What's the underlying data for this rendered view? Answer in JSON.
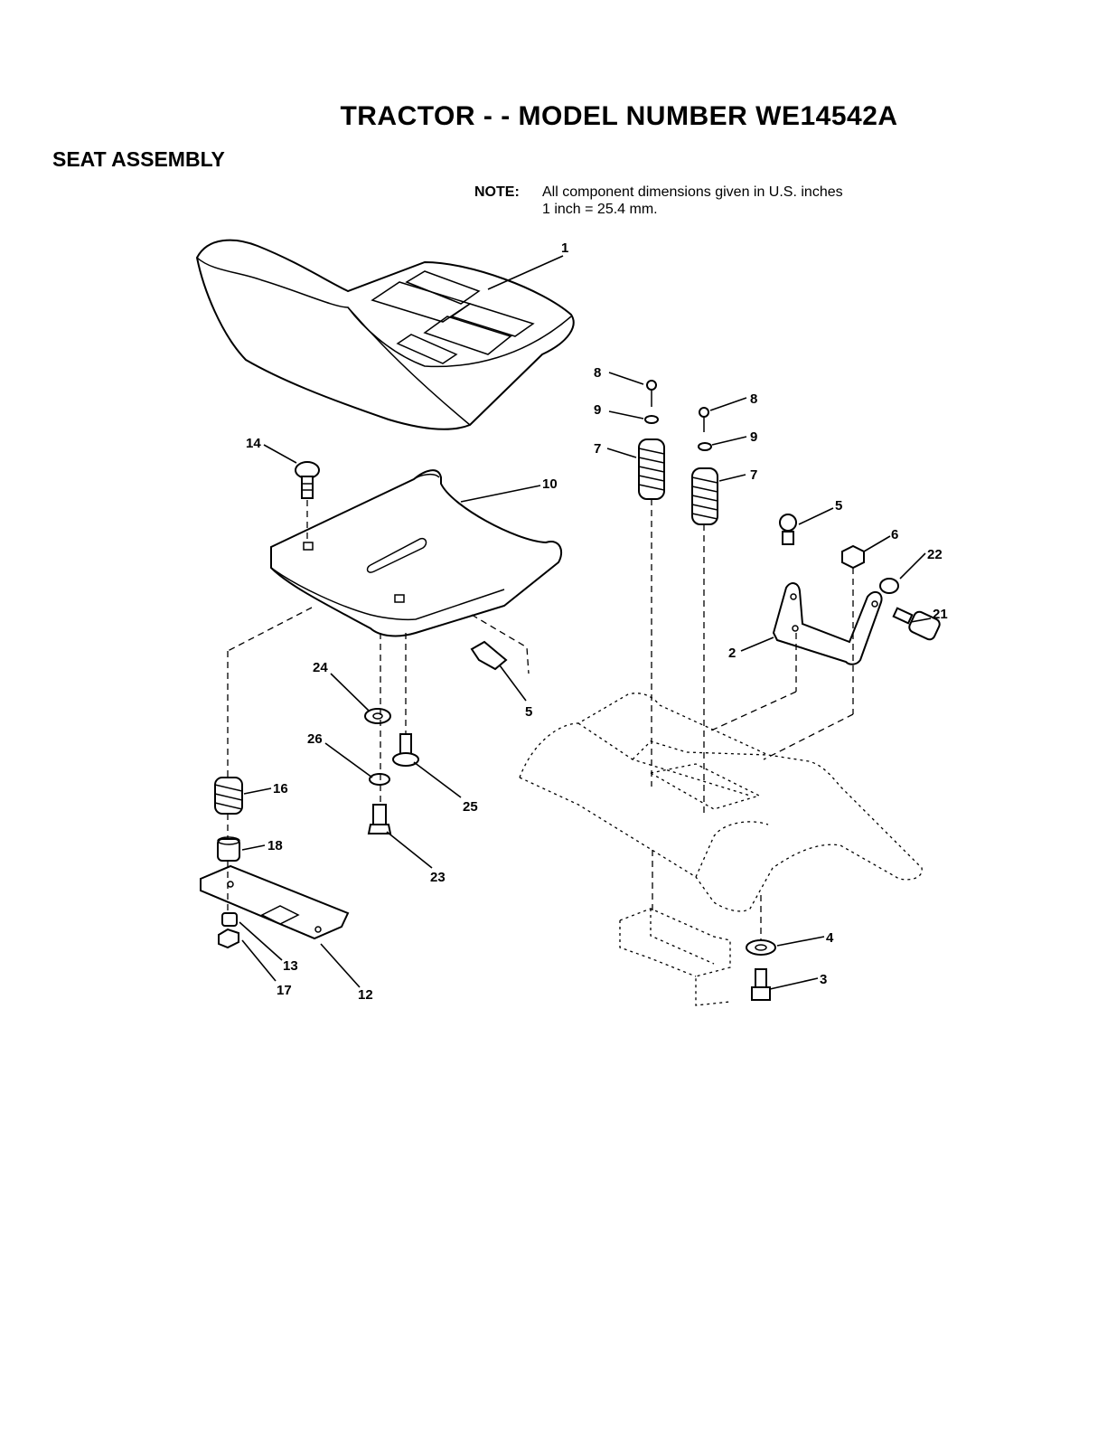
{
  "header": {
    "title": "TRACTOR - - MODEL NUMBER WE14542A",
    "section": "SEAT ASSEMBLY"
  },
  "note": {
    "label": "NOTE:",
    "line1": "All component dimensions given in U.S. inches",
    "line2": "1 inch = 25.4 mm."
  },
  "callouts": {
    "c1": "1",
    "c2": "2",
    "c3": "3",
    "c4": "4",
    "c5a": "5",
    "c5b": "5",
    "c6": "6",
    "c7a": "7",
    "c7b": "7",
    "c8a": "8",
    "c8b": "8",
    "c9a": "9",
    "c9b": "9",
    "c10": "10",
    "c12": "12",
    "c13": "13",
    "c14": "14",
    "c16": "16",
    "c17": "17",
    "c18": "18",
    "c21": "21",
    "c22": "22",
    "c23": "23",
    "c24": "24",
    "c25": "25",
    "c26": "26"
  }
}
